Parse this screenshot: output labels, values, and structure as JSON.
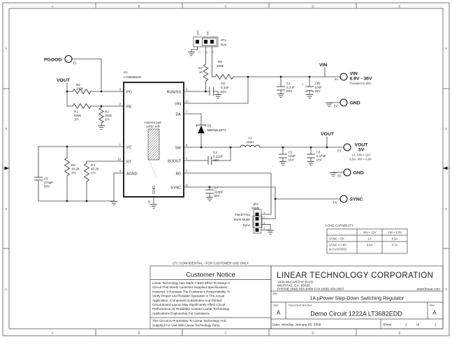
{
  "frame": {
    "top": [
      "A",
      "B",
      "C",
      "D",
      "E"
    ],
    "bottom": [
      "A",
      "B",
      "C",
      "D",
      "E"
    ],
    "left": [
      "4",
      "3",
      "2",
      "1"
    ],
    "right": [
      "4",
      "3",
      "2",
      "1"
    ]
  },
  "ic": {
    "ref": "U1",
    "part": "LT3682EDD",
    "pins_left": [
      {
        "n": "3",
        "name": "PG"
      },
      {
        "n": "2",
        "name": "FB"
      },
      {
        "n": "1",
        "name": "VC"
      },
      {
        "n": "10",
        "name": "RT"
      },
      {
        "n": "4",
        "name": "AGND"
      }
    ],
    "pins_right": [
      {
        "n": "9",
        "name": "RUN/SS"
      },
      {
        "n": "12",
        "name": "VIN"
      },
      {
        "n": "7",
        "name": "DA"
      },
      {
        "n": "8",
        "name": "SW"
      },
      {
        "n": "6",
        "name": "BOOST"
      },
      {
        "n": "5",
        "name": "BD"
      },
      {
        "n": "11",
        "name": "SYNC"
      }
    ],
    "pin_bottom": {
      "n": "13",
      "name": "GND"
    },
    "exposed_pad": [
      "exposed pad,",
      "solder side"
    ]
  },
  "parts": {
    "r5": [
      "R5",
      "100k"
    ],
    "r1": [
      "R1",
      "536k",
      "1%"
    ],
    "r2": [
      "R2",
      "102k",
      "1%"
    ],
    "r3": [
      "R3",
      "16.2k",
      "1%"
    ],
    "r4": [
      "R4",
      "40.2k",
      "1%"
    ],
    "r6": [
      "R6",
      "200k"
    ],
    "r7": [
      "R7",
      "10"
    ],
    "c1": [
      "C1",
      "2.2uF",
      "50V"
    ],
    "cin": [
      "CIN",
      "10uF",
      "63V"
    ],
    "cin_plus": "+",
    "c2": [
      "C2",
      "10uF",
      "10V"
    ],
    "c3": [
      "C3",
      "0.47uF",
      "10V"
    ],
    "c4": [
      "C4",
      "0.22uF",
      "16V"
    ],
    "c5": [
      "C5",
      "470pF",
      "50V"
    ],
    "c6": [
      "C6",
      "0.1uF",
      "50V"
    ],
    "c7": [
      "C7",
      "220pF",
      "50V"
    ],
    "d1": [
      "D1",
      "MBRM140T3"
    ],
    "l1": [
      "L1",
      "10uH"
    ]
  },
  "jp1": {
    "ref": "JP1",
    "name": "Run",
    "off": "OFF",
    "on": "ON",
    "pins": [
      "1",
      "2",
      "3"
    ]
  },
  "jp2": {
    "ref": "JP2",
    "name": "Mode",
    "opt1": "Fixed Freq",
    "opt2": "Burst Mode",
    "opt3": "Sync",
    "pins": [
      "1",
      "2",
      "3",
      "4"
    ]
  },
  "nets": {
    "pgood": "PGOOD",
    "vout_left": "VOUT",
    "vin_top": "VIN",
    "vout_right": "VOUT"
  },
  "terminals": {
    "e1": {
      "id": "E1",
      "name": "VIN",
      "l2": "6.9V - 36V",
      "l3": "Transient to 60V"
    },
    "e2": {
      "id": "E2",
      "name": "PGOOD"
    },
    "e3": {
      "id": "E3",
      "name": "VOUT",
      "l2": "5V",
      "l3": "1A, VIN > 12V",
      "l4": "0.9A, VIN > 6.9V"
    },
    "e4": {
      "id": "E4",
      "name": "GND"
    },
    "e5": {
      "id": "E5",
      "name": "GND"
    },
    "e6": {
      "id": "E6",
      "name": "SYNC"
    }
  },
  "load_table": {
    "title": "LOAD CAPABILITY",
    "col1": "VIN > 12V",
    "col2": "VIN > 6.9V",
    "r1": [
      "SYNC = 0V",
      "1A",
      "0.9A"
    ],
    "r2a": "SYNC > 0.8V",
    "r2b": "or CLOCKED",
    "r2v": [
      "0.8A",
      "0.7A"
    ]
  },
  "notice": {
    "confidential": "LTC CONFIDENTIAL - FOR CUSTOMER USE ONLY",
    "heading": "Customer Notice",
    "body": [
      "Linear Technology Has Made A Best Effort To Design A",
      "Circuit That Meets Customer-Supplied Specifications;",
      "However, It Remains The Customer's Responsibility To",
      "Verify Proper And Reliable Operation In The Actual",
      "Application. Component Substitution And Printed",
      "Circuit Board Layout May Significantly Affect Circuit",
      "Performance Or Reliability. Contact Linear Technology",
      "Applications Engineering For Assistance."
    ],
    "footer": [
      "This Circuit Is Proprietary To Linear Technology And",
      "Supplied For Use With Linear Technology Parts."
    ]
  },
  "tb": {
    "company": "LINEAR TECHNOLOGY CORPORATION",
    "addr1": "1630 McCARTHY BLVD.",
    "addr2": "MILPITAS, CA. 95035",
    "addr3": "PHONE (408) 954-8400  FAX (408) 434-0507",
    "web": "www.linear.com",
    "title_label": "Title",
    "title": "1A  µPower Step-Down Switching Regulator",
    "size_label": "Size",
    "size": "A",
    "doc_label": "Document Number",
    "doc": "Demo Circuit 1222A    LT3682EDD",
    "rev_label": "Rev",
    "rev": "A",
    "date_label": "Date:",
    "date": "Monday, January 05, 2009",
    "sheet_label": "Sheet",
    "sheet": "1",
    "of": "of",
    "total": "1"
  }
}
